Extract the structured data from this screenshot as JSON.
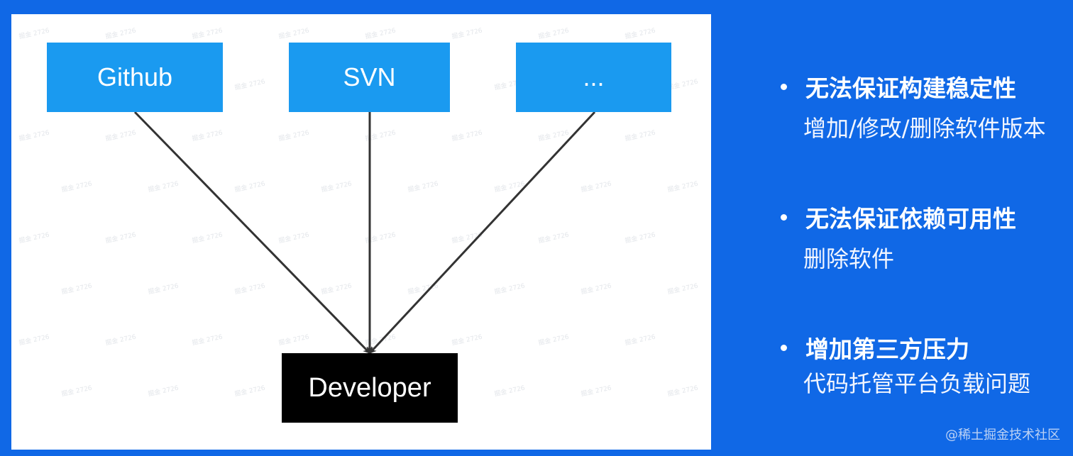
{
  "diagram": {
    "sources": [
      {
        "label": "Github"
      },
      {
        "label": "SVN"
      },
      {
        "label": "..."
      }
    ],
    "target": {
      "label": "Developer"
    },
    "watermark_text": "掘金 2726"
  },
  "bullets": [
    {
      "title": "无法保证构建稳定性",
      "detail": "增加/修改/删除软件版本"
    },
    {
      "title": "无法保证依赖可用性",
      "detail": "删除软件"
    },
    {
      "title": "增加第三方压力",
      "detail": "代码托管平台负载问题"
    }
  ],
  "credit": "@稀土掘金技术社区",
  "colors": {
    "background": "#1068e6",
    "source_box": "#1a9af0",
    "target_box": "#000000",
    "arrow": "#333333"
  }
}
